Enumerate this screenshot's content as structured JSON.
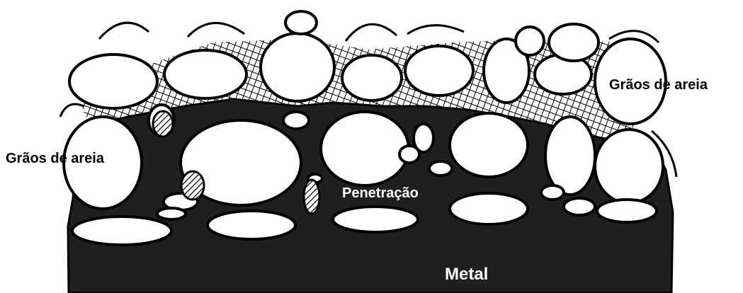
{
  "labels": {
    "sand_grains_right": "Grãos de areia",
    "sand_grains_left": "Grãos de areia",
    "penetration": "Penetração",
    "metal": "Metal"
  },
  "colors": {
    "metal": "#1f1f1f",
    "grain_fill": "#ffffff",
    "outline": "#000000",
    "label_on_light": "#000000",
    "label_on_dark": "#ffffff"
  }
}
